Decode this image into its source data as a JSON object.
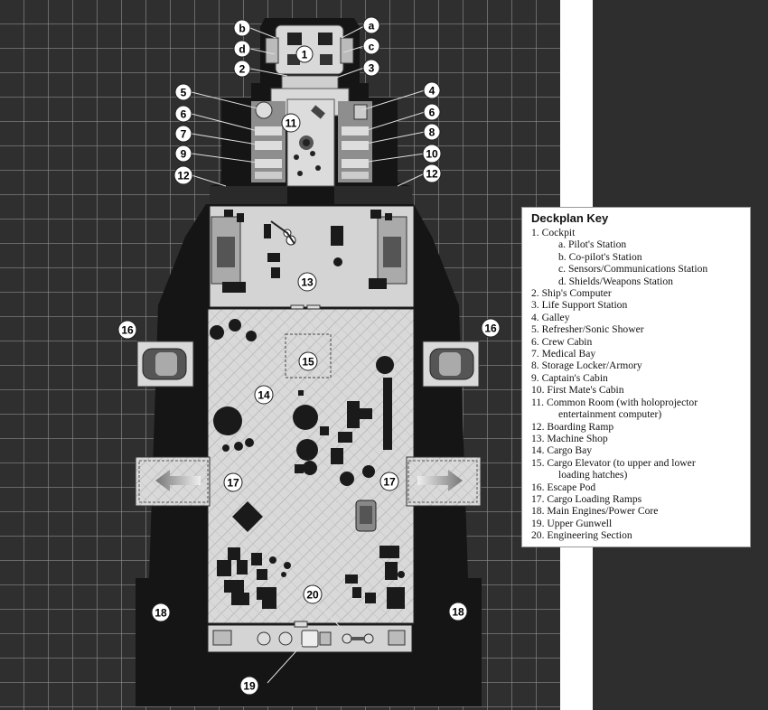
{
  "map": {
    "section_labels": [
      {
        "id": "a",
        "text": "a"
      },
      {
        "id": "b",
        "text": "b"
      },
      {
        "id": "c",
        "text": "c"
      },
      {
        "id": "d",
        "text": "d"
      },
      {
        "id": "s1",
        "text": "1"
      },
      {
        "id": "s2",
        "text": "2"
      },
      {
        "id": "s3",
        "text": "3"
      },
      {
        "id": "s4",
        "text": "4"
      },
      {
        "id": "s5",
        "text": "5"
      },
      {
        "id": "s6l",
        "text": "6"
      },
      {
        "id": "s6r",
        "text": "6"
      },
      {
        "id": "s7",
        "text": "7"
      },
      {
        "id": "s8",
        "text": "8"
      },
      {
        "id": "s9",
        "text": "9"
      },
      {
        "id": "s10",
        "text": "10"
      },
      {
        "id": "s11",
        "text": "11"
      },
      {
        "id": "s12l",
        "text": "12"
      },
      {
        "id": "s12r",
        "text": "12"
      },
      {
        "id": "s13",
        "text": "13"
      },
      {
        "id": "s14",
        "text": "14"
      },
      {
        "id": "s15",
        "text": "15"
      },
      {
        "id": "s16l",
        "text": "16"
      },
      {
        "id": "s16r",
        "text": "16"
      },
      {
        "id": "s17l",
        "text": "17"
      },
      {
        "id": "s17r",
        "text": "17"
      },
      {
        "id": "s18l",
        "text": "18"
      },
      {
        "id": "s18r",
        "text": "18"
      },
      {
        "id": "s19",
        "text": "19"
      },
      {
        "id": "s20",
        "text": "20"
      }
    ]
  },
  "legend": {
    "title": "Deckplan Key",
    "items": [
      {
        "text": "1. Cockpit",
        "style": "main"
      },
      {
        "text": "a. Pilot's Station",
        "style": "sub"
      },
      {
        "text": "b. Co-pilot's Station",
        "style": "sub"
      },
      {
        "text": "c. Sensors/Communications Station",
        "style": "sub"
      },
      {
        "text": "d. Shields/Weapons Station",
        "style": "sub"
      },
      {
        "text": "2. Ship's Computer",
        "style": "main"
      },
      {
        "text": "3. Life Support Station",
        "style": "main"
      },
      {
        "text": "4. Galley",
        "style": "main"
      },
      {
        "text": "5. Refresher/Sonic Shower",
        "style": "main"
      },
      {
        "text": "6. Crew Cabin",
        "style": "main"
      },
      {
        "text": "7. Medical Bay",
        "style": "main"
      },
      {
        "text": "8. Storage Locker/Armory",
        "style": "main"
      },
      {
        "text": "9. Captain's Cabin",
        "style": "main"
      },
      {
        "text": "10. First Mate's Cabin",
        "style": "main"
      },
      {
        "text": "11. Common Room (with holoprojector",
        "style": "main"
      },
      {
        "text": "entertainment computer)",
        "style": "cont"
      },
      {
        "text": "12. Boarding Ramp",
        "style": "main"
      },
      {
        "text": "13. Machine Shop",
        "style": "main"
      },
      {
        "text": "14. Cargo Bay",
        "style": "main"
      },
      {
        "text": "15. Cargo Elevator (to upper and lower",
        "style": "main"
      },
      {
        "text": "loading hatches)",
        "style": "cont"
      },
      {
        "text": "16. Escape Pod",
        "style": "main"
      },
      {
        "text": "17. Cargo Loading Ramps",
        "style": "main"
      },
      {
        "text": "18. Main Engines/Power Core",
        "style": "main"
      },
      {
        "text": "19. Upper Gunwell",
        "style": "main"
      },
      {
        "text": "20. Engineering Section",
        "style": "main"
      }
    ]
  },
  "colors": {
    "grid_bg": "#2f2f2f",
    "grid_line": "#8a8a8a",
    "hull": "#151515",
    "floor": "#d9d9d9",
    "furniture": "#1a1a1a"
  }
}
